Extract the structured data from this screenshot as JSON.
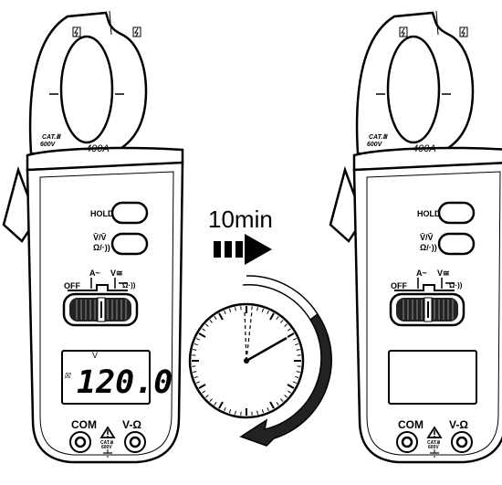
{
  "caption": {
    "duration": "10min"
  },
  "meters": [
    {
      "id": "before",
      "category_rating": "CAT.Ⅲ",
      "voltage_rating": "600V",
      "range_label": "400A~",
      "hold_label": "HOLD",
      "func_label_top": "V̄/V̄",
      "func_label_bottom": "Ω/·))",
      "switch_off": "OFF",
      "switch_a": "A~",
      "switch_v": "V≅",
      "switch_ohm": "Ω·))",
      "display_unit": "V",
      "display_value": "120.0",
      "display_on": true,
      "com_label": "COM",
      "vohm_label": "V-Ω",
      "jack_cat": "CAT.Ⅲ",
      "jack_volt": "600V"
    },
    {
      "id": "after",
      "category_rating": "CAT.Ⅲ",
      "voltage_rating": "600V",
      "range_label": "400A~",
      "hold_label": "HOLD",
      "func_label_top": "V̄/V̄",
      "func_label_bottom": "Ω/·))",
      "switch_off": "OFF",
      "switch_a": "A~",
      "switch_v": "V≅",
      "switch_ohm": "Ω·))",
      "display_unit": "",
      "display_value": "",
      "display_on": false,
      "com_label": "COM",
      "vohm_label": "V-Ω",
      "jack_cat": "CAT.Ⅲ",
      "jack_volt": "600V"
    }
  ],
  "icons": {
    "arrow": "dashed-right-arrow-icon",
    "clock": "clock-icon",
    "elapsed": "curved-arrow-icon",
    "warning": "warning-triangle-icon",
    "ground": "ground-icon",
    "lightning": "lightning-icon"
  }
}
